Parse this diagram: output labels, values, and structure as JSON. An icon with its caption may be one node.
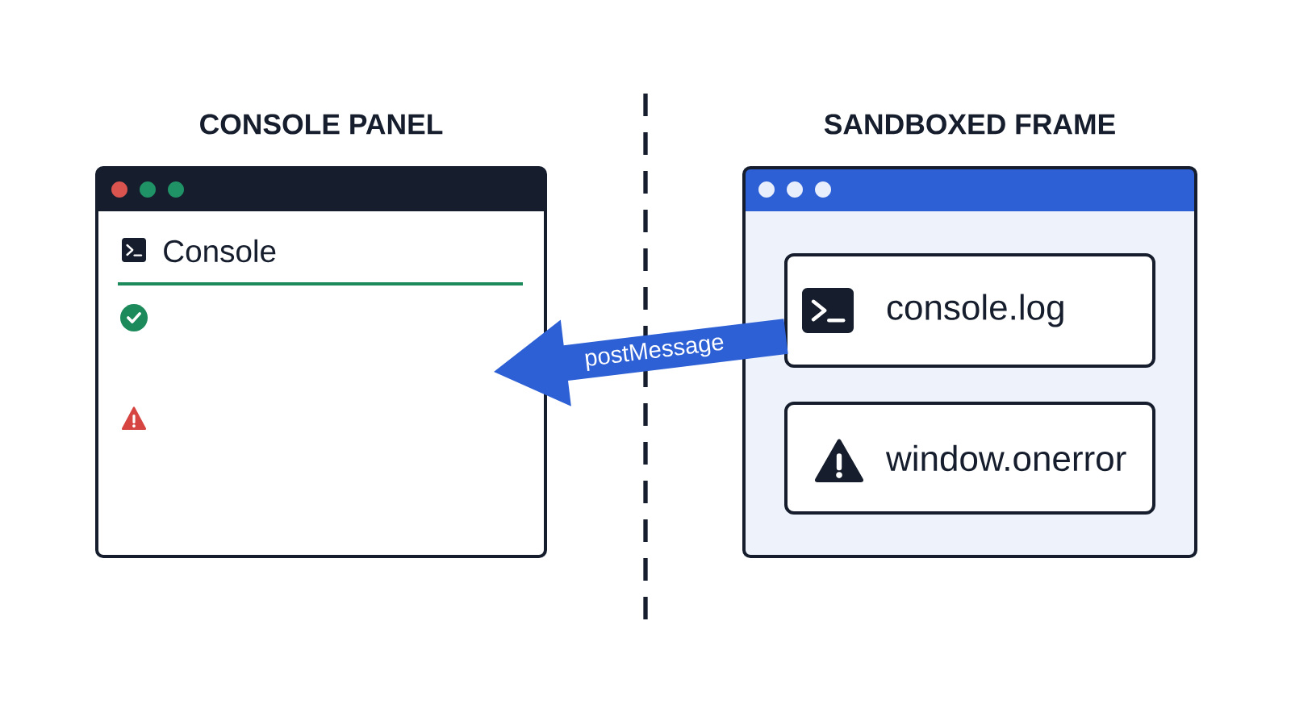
{
  "diagram": {
    "nodes": [
      {
        "text": [
          "CONSOLE PANEL",
          "Console"
        ]
      },
      {
        "text": [
          "SANDBOXED FRAME"
        ]
      },
      {
        "text": [
          "console.log"
        ],
        "in": 1
      },
      {
        "text": [
          "window.onerror"
        ],
        "in": 1
      }
    ],
    "edges": [
      {
        "from": 2,
        "to": 0,
        "arrow": "to",
        "label": "postMessage",
        "style": "thick",
        "color": "#2d5fd5"
      }
    ]
  }
}
